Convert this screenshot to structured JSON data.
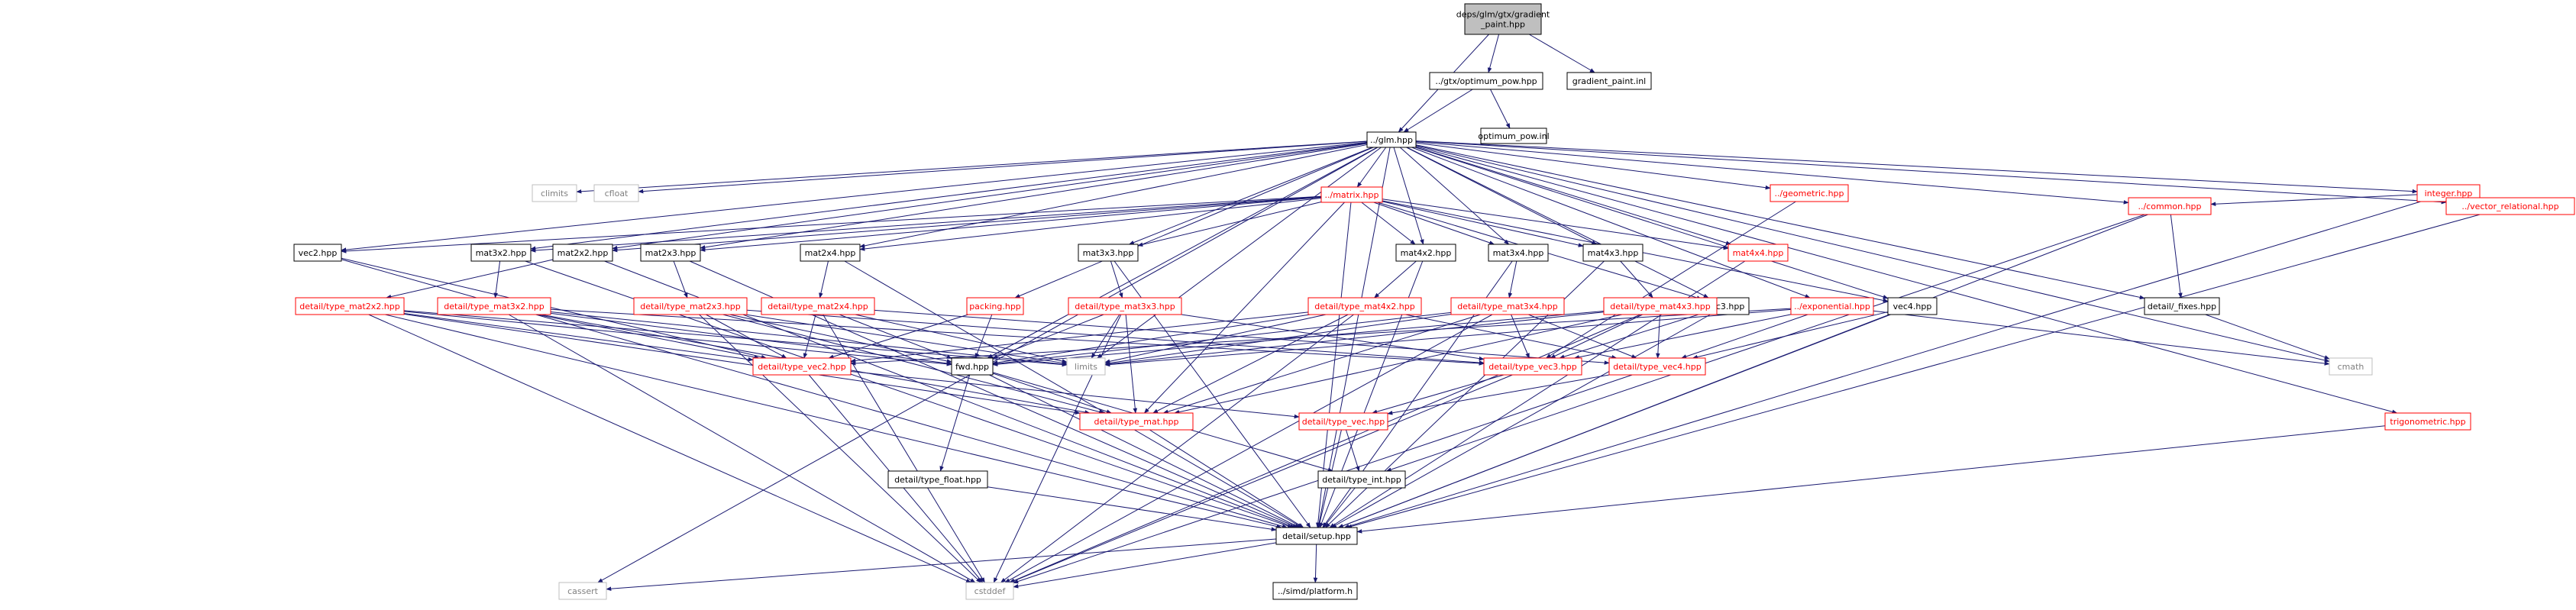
{
  "nodes": {
    "root": {
      "lines": [
        "deps/glm/gtx/gradient",
        "_paint.hpp"
      ],
      "style": "root"
    },
    "optpow": {
      "lines": [
        "../gtx/optimum_pow.hpp"
      ],
      "style": "black"
    },
    "gradinl": {
      "lines": [
        "gradient_paint.inl"
      ],
      "style": "black"
    },
    "optpowinl": {
      "lines": [
        "optimum_pow.inl"
      ],
      "style": "black"
    },
    "glm": {
      "lines": [
        "../glm.hpp"
      ],
      "style": "black"
    },
    "climits": {
      "lines": [
        "climits"
      ],
      "style": "gray"
    },
    "cfloat": {
      "lines": [
        "cfloat"
      ],
      "style": "gray"
    },
    "matrix": {
      "lines": [
        "../matrix.hpp"
      ],
      "style": "red"
    },
    "geometric": {
      "lines": [
        "../geometric.hpp"
      ],
      "style": "red"
    },
    "integer": {
      "lines": [
        "integer.hpp"
      ],
      "style": "red"
    },
    "common": {
      "lines": [
        "../common.hpp"
      ],
      "style": "red"
    },
    "vecrel": {
      "lines": [
        "../vector_relational.hpp"
      ],
      "style": "red"
    },
    "vec2": {
      "lines": [
        "vec2.hpp"
      ],
      "style": "black"
    },
    "mat3x2": {
      "lines": [
        "mat3x2.hpp"
      ],
      "style": "black"
    },
    "mat2x2": {
      "lines": [
        "mat2x2.hpp"
      ],
      "style": "black"
    },
    "mat2x3": {
      "lines": [
        "mat2x3.hpp"
      ],
      "style": "black"
    },
    "mat2x4": {
      "lines": [
        "mat2x4.hpp"
      ],
      "style": "black"
    },
    "mat3x3": {
      "lines": [
        "mat3x3.hpp"
      ],
      "style": "black"
    },
    "mat4x2": {
      "lines": [
        "mat4x2.hpp"
      ],
      "style": "black"
    },
    "mat3x4": {
      "lines": [
        "mat3x4.hpp"
      ],
      "style": "black"
    },
    "mat4x3": {
      "lines": [
        "mat4x3.hpp"
      ],
      "style": "black"
    },
    "mat4x4": {
      "lines": [
        "mat4x4.hpp"
      ],
      "style": "red"
    },
    "vec3": {
      "lines": [
        "vec3.hpp"
      ],
      "style": "black"
    },
    "vec4": {
      "lines": [
        "vec4.hpp"
      ],
      "style": "black"
    },
    "exponential": {
      "lines": [
        "../exponential.hpp"
      ],
      "style": "red"
    },
    "fixes": {
      "lines": [
        "detail/_fixes.hpp"
      ],
      "style": "black"
    },
    "packing": {
      "lines": [
        "packing.hpp"
      ],
      "style": "red"
    },
    "tmat2x2": {
      "lines": [
        "detail/type_mat2x2.hpp"
      ],
      "style": "red"
    },
    "tmat3x2": {
      "lines": [
        "detail/type_mat3x2.hpp"
      ],
      "style": "red"
    },
    "tmat2x3": {
      "lines": [
        "detail/type_mat2x3.hpp"
      ],
      "style": "red"
    },
    "tmat2x4": {
      "lines": [
        "detail/type_mat2x4.hpp"
      ],
      "style": "red"
    },
    "tmat3x3": {
      "lines": [
        "detail/type_mat3x3.hpp"
      ],
      "style": "red"
    },
    "tmat4x2": {
      "lines": [
        "detail/type_mat4x2.hpp"
      ],
      "style": "red"
    },
    "tmat3x4": {
      "lines": [
        "detail/type_mat3x4.hpp"
      ],
      "style": "red"
    },
    "tmat4x3": {
      "lines": [
        "detail/type_mat4x3.hpp"
      ],
      "style": "red"
    },
    "tvec2": {
      "lines": [
        "detail/type_vec2.hpp"
      ],
      "style": "red"
    },
    "fwd": {
      "lines": [
        "fwd.hpp"
      ],
      "style": "black"
    },
    "limits": {
      "lines": [
        "limits"
      ],
      "style": "gray"
    },
    "tvec3": {
      "lines": [
        "detail/type_vec3.hpp"
      ],
      "style": "red"
    },
    "tvec4": {
      "lines": [
        "detail/type_vec4.hpp"
      ],
      "style": "red"
    },
    "cmath": {
      "lines": [
        "cmath"
      ],
      "style": "gray"
    },
    "tmat": {
      "lines": [
        "detail/type_mat.hpp"
      ],
      "style": "red"
    },
    "tvec": {
      "lines": [
        "detail/type_vec.hpp"
      ],
      "style": "red"
    },
    "trig": {
      "lines": [
        "trigonometric.hpp"
      ],
      "style": "red"
    },
    "tfloat": {
      "lines": [
        "detail/type_float.hpp"
      ],
      "style": "black"
    },
    "tint": {
      "lines": [
        "detail/type_int.hpp"
      ],
      "style": "black"
    },
    "setup": {
      "lines": [
        "detail/setup.hpp"
      ],
      "style": "black"
    },
    "cassert": {
      "lines": [
        "cassert"
      ],
      "style": "gray"
    },
    "cstddef": {
      "lines": [
        "cstddef"
      ],
      "style": "gray"
    },
    "platform": {
      "lines": [
        "../simd/platform.h"
      ],
      "style": "black"
    }
  },
  "edges": [
    [
      "root",
      "optpow"
    ],
    [
      "root",
      "gradinl"
    ],
    [
      "root",
      "glm"
    ],
    [
      "optpow",
      "optpowinl"
    ],
    [
      "optpow",
      "glm"
    ],
    [
      "glm",
      "climits"
    ],
    [
      "glm",
      "cfloat"
    ],
    [
      "glm",
      "cassert"
    ],
    [
      "glm",
      "setup"
    ],
    [
      "glm",
      "vec2"
    ],
    [
      "glm",
      "mat3x2"
    ],
    [
      "glm",
      "mat2x2"
    ],
    [
      "glm",
      "mat2x3"
    ],
    [
      "glm",
      "mat2x4"
    ],
    [
      "glm",
      "matrix"
    ],
    [
      "glm",
      "packing"
    ],
    [
      "glm",
      "mat3x3"
    ],
    [
      "glm",
      "mat4x2"
    ],
    [
      "glm",
      "mat3x4"
    ],
    [
      "glm",
      "mat4x3"
    ],
    [
      "glm",
      "mat4x4"
    ],
    [
      "glm",
      "vec3"
    ],
    [
      "glm",
      "vec4"
    ],
    [
      "glm",
      "geometric"
    ],
    [
      "glm",
      "exponential"
    ],
    [
      "glm",
      "common"
    ],
    [
      "glm",
      "trig"
    ],
    [
      "glm",
      "integer"
    ],
    [
      "glm",
      "vecrel"
    ],
    [
      "glm",
      "fixes"
    ],
    [
      "glm",
      "cmath"
    ],
    [
      "glm",
      "fwd"
    ],
    [
      "glm",
      "limits"
    ],
    [
      "matrix",
      "vec2"
    ],
    [
      "matrix",
      "mat3x2"
    ],
    [
      "matrix",
      "mat2x2"
    ],
    [
      "matrix",
      "mat2x3"
    ],
    [
      "matrix",
      "mat2x4"
    ],
    [
      "matrix",
      "mat3x3"
    ],
    [
      "matrix",
      "mat4x2"
    ],
    [
      "matrix",
      "mat3x4"
    ],
    [
      "matrix",
      "mat4x3"
    ],
    [
      "matrix",
      "mat4x4"
    ],
    [
      "matrix",
      "vec3"
    ],
    [
      "matrix",
      "vec4"
    ],
    [
      "matrix",
      "tmat"
    ],
    [
      "matrix",
      "setup"
    ],
    [
      "geometric",
      "tvec3"
    ],
    [
      "integer",
      "common"
    ],
    [
      "integer",
      "vecrel"
    ],
    [
      "integer",
      "setup"
    ],
    [
      "common",
      "fixes"
    ],
    [
      "common",
      "setup"
    ],
    [
      "common",
      "tint"
    ],
    [
      "vecrel",
      "setup"
    ],
    [
      "fixes",
      "cmath"
    ],
    [
      "vec2",
      "tvec2"
    ],
    [
      "vec2",
      "setup"
    ],
    [
      "mat3x2",
      "tmat3x2"
    ],
    [
      "mat3x2",
      "setup"
    ],
    [
      "mat2x2",
      "tmat2x2"
    ],
    [
      "mat2x2",
      "setup"
    ],
    [
      "mat2x3",
      "tmat2x3"
    ],
    [
      "mat2x3",
      "setup"
    ],
    [
      "mat2x4",
      "tmat2x4"
    ],
    [
      "mat2x4",
      "setup"
    ],
    [
      "mat3x3",
      "tmat3x3"
    ],
    [
      "mat3x3",
      "setup"
    ],
    [
      "mat4x2",
      "tmat4x2"
    ],
    [
      "mat4x2",
      "setup"
    ],
    [
      "mat3x4",
      "tmat3x4"
    ],
    [
      "mat3x4",
      "setup"
    ],
    [
      "mat4x3",
      "tmat4x3"
    ],
    [
      "mat4x3",
      "setup"
    ],
    [
      "mat4x4",
      "setup"
    ],
    [
      "vec3",
      "tvec3"
    ],
    [
      "vec3",
      "setup"
    ],
    [
      "vec4",
      "tvec4"
    ],
    [
      "vec4",
      "setup"
    ],
    [
      "exponential",
      "tvec2"
    ],
    [
      "exponential",
      "tvec3"
    ],
    [
      "exponential",
      "tvec4"
    ],
    [
      "exponential",
      "cmath"
    ],
    [
      "exponential",
      "limits"
    ],
    [
      "packing",
      "tvec2"
    ],
    [
      "packing",
      "fwd"
    ],
    [
      "tmat2x2",
      "tvec2"
    ],
    [
      "tmat2x2",
      "fwd"
    ],
    [
      "tmat2x2",
      "limits"
    ],
    [
      "tmat2x2",
      "tmat"
    ],
    [
      "tmat2x2",
      "cstddef"
    ],
    [
      "tmat2x2",
      "setup"
    ],
    [
      "tmat3x2",
      "tvec2"
    ],
    [
      "tmat3x2",
      "tvec3"
    ],
    [
      "tmat3x2",
      "fwd"
    ],
    [
      "tmat3x2",
      "limits"
    ],
    [
      "tmat3x2",
      "tmat"
    ],
    [
      "tmat3x2",
      "cstddef"
    ],
    [
      "tmat2x3",
      "tvec2"
    ],
    [
      "tmat2x3",
      "tvec3"
    ],
    [
      "tmat2x3",
      "fwd"
    ],
    [
      "tmat2x3",
      "limits"
    ],
    [
      "tmat2x3",
      "tmat"
    ],
    [
      "tmat2x3",
      "cstddef"
    ],
    [
      "tmat2x4",
      "tvec2"
    ],
    [
      "tmat2x4",
      "tvec4"
    ],
    [
      "tmat2x4",
      "fwd"
    ],
    [
      "tmat2x4",
      "limits"
    ],
    [
      "tmat2x4",
      "cstddef"
    ],
    [
      "tmat3x3",
      "tvec3"
    ],
    [
      "tmat3x3",
      "fwd"
    ],
    [
      "tmat3x3",
      "limits"
    ],
    [
      "tmat3x3",
      "tmat"
    ],
    [
      "tmat3x3",
      "cstddef"
    ],
    [
      "tmat4x2",
      "tvec2"
    ],
    [
      "tmat4x2",
      "tvec4"
    ],
    [
      "tmat4x2",
      "fwd"
    ],
    [
      "tmat4x2",
      "limits"
    ],
    [
      "tmat4x2",
      "tmat"
    ],
    [
      "tmat4x2",
      "cstddef"
    ],
    [
      "tmat3x4",
      "tvec3"
    ],
    [
      "tmat3x4",
      "tvec4"
    ],
    [
      "tmat3x4",
      "fwd"
    ],
    [
      "tmat3x4",
      "limits"
    ],
    [
      "tmat3x4",
      "tmat"
    ],
    [
      "tmat3x4",
      "cstddef"
    ],
    [
      "tmat4x3",
      "tvec3"
    ],
    [
      "tmat4x3",
      "tvec4"
    ],
    [
      "tmat4x3",
      "fwd"
    ],
    [
      "tmat4x3",
      "limits"
    ],
    [
      "tmat4x3",
      "tmat"
    ],
    [
      "tmat4x3",
      "cstddef"
    ],
    [
      "tvec2",
      "tvec"
    ],
    [
      "tvec2",
      "cstddef"
    ],
    [
      "tvec3",
      "tvec"
    ],
    [
      "tvec3",
      "cstddef"
    ],
    [
      "tvec4",
      "tvec"
    ],
    [
      "tvec4",
      "cstddef"
    ],
    [
      "fwd",
      "tint"
    ],
    [
      "fwd",
      "tfloat"
    ],
    [
      "fwd",
      "tmat"
    ],
    [
      "fwd",
      "setup"
    ],
    [
      "tvec",
      "tint"
    ],
    [
      "tvec",
      "setup"
    ],
    [
      "tfloat",
      "setup"
    ],
    [
      "tint",
      "setup"
    ],
    [
      "trig",
      "setup"
    ],
    [
      "tmat",
      "setup"
    ],
    [
      "setup",
      "cassert"
    ],
    [
      "setup",
      "cstddef"
    ],
    [
      "setup",
      "platform"
    ]
  ]
}
